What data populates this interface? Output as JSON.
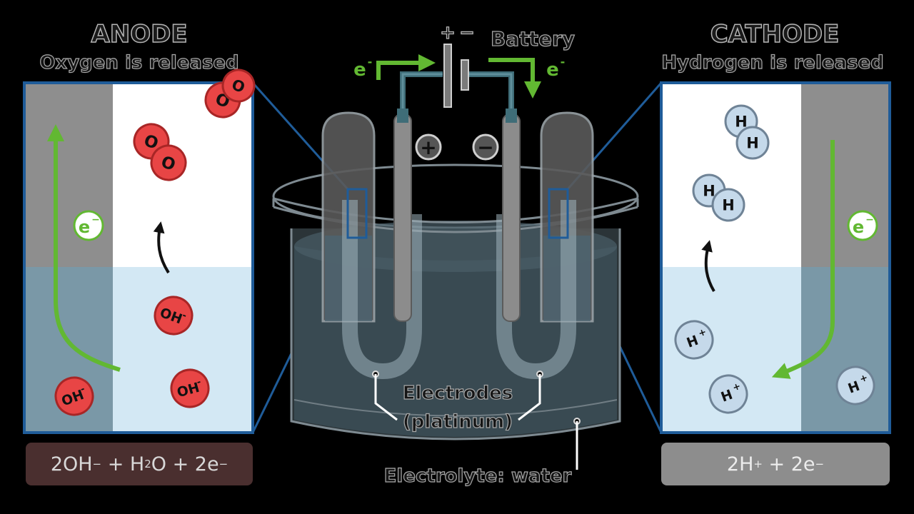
{
  "anode": {
    "title": "ANODE",
    "subtitle": "Oxygen is released",
    "equation": {
      "main": "2OH",
      "sup1": "−",
      "plus1": " + H",
      "sub1": "2",
      "mid": "O + 2e",
      "sup2": "−"
    },
    "electron_label": "e",
    "electron_charge": "−",
    "ion_label": "OH",
    "ion_charge": "-",
    "oxygen_label": "O"
  },
  "cathode": {
    "title": "CATHODE",
    "subtitle": "Hydrogen is released",
    "equation": {
      "main": "2H",
      "sup1": "+",
      "rest": " + 2e",
      "sup2": "−"
    },
    "electron_label": "e",
    "electron_charge": "−",
    "ion_label": "H",
    "ion_charge": "+",
    "hydrogen_label": "H"
  },
  "battery": {
    "label": "Battery",
    "plus": "+",
    "minus": "−",
    "electron_left": "e",
    "electron_right": "e",
    "electron_charge": "-"
  },
  "terminals": {
    "positive": "+",
    "negative": "−"
  },
  "labels": {
    "electrodes_line1": "Electrodes",
    "electrodes_line2": "(platinum)",
    "electrolyte": "Electrolyte: water"
  },
  "colors": {
    "background": "#000000",
    "green_arrow": "#62b832",
    "oxygen_red": "#e84545",
    "hydrogen_blue": "#c5d9ea",
    "frame_blue": "#1f5c99",
    "water_light": "#d3e8f4",
    "electrode_gray": "#8e8e8e",
    "anode_eq_bg": "#4a2f2f",
    "cathode_eq_bg": "#8d8d8d"
  }
}
